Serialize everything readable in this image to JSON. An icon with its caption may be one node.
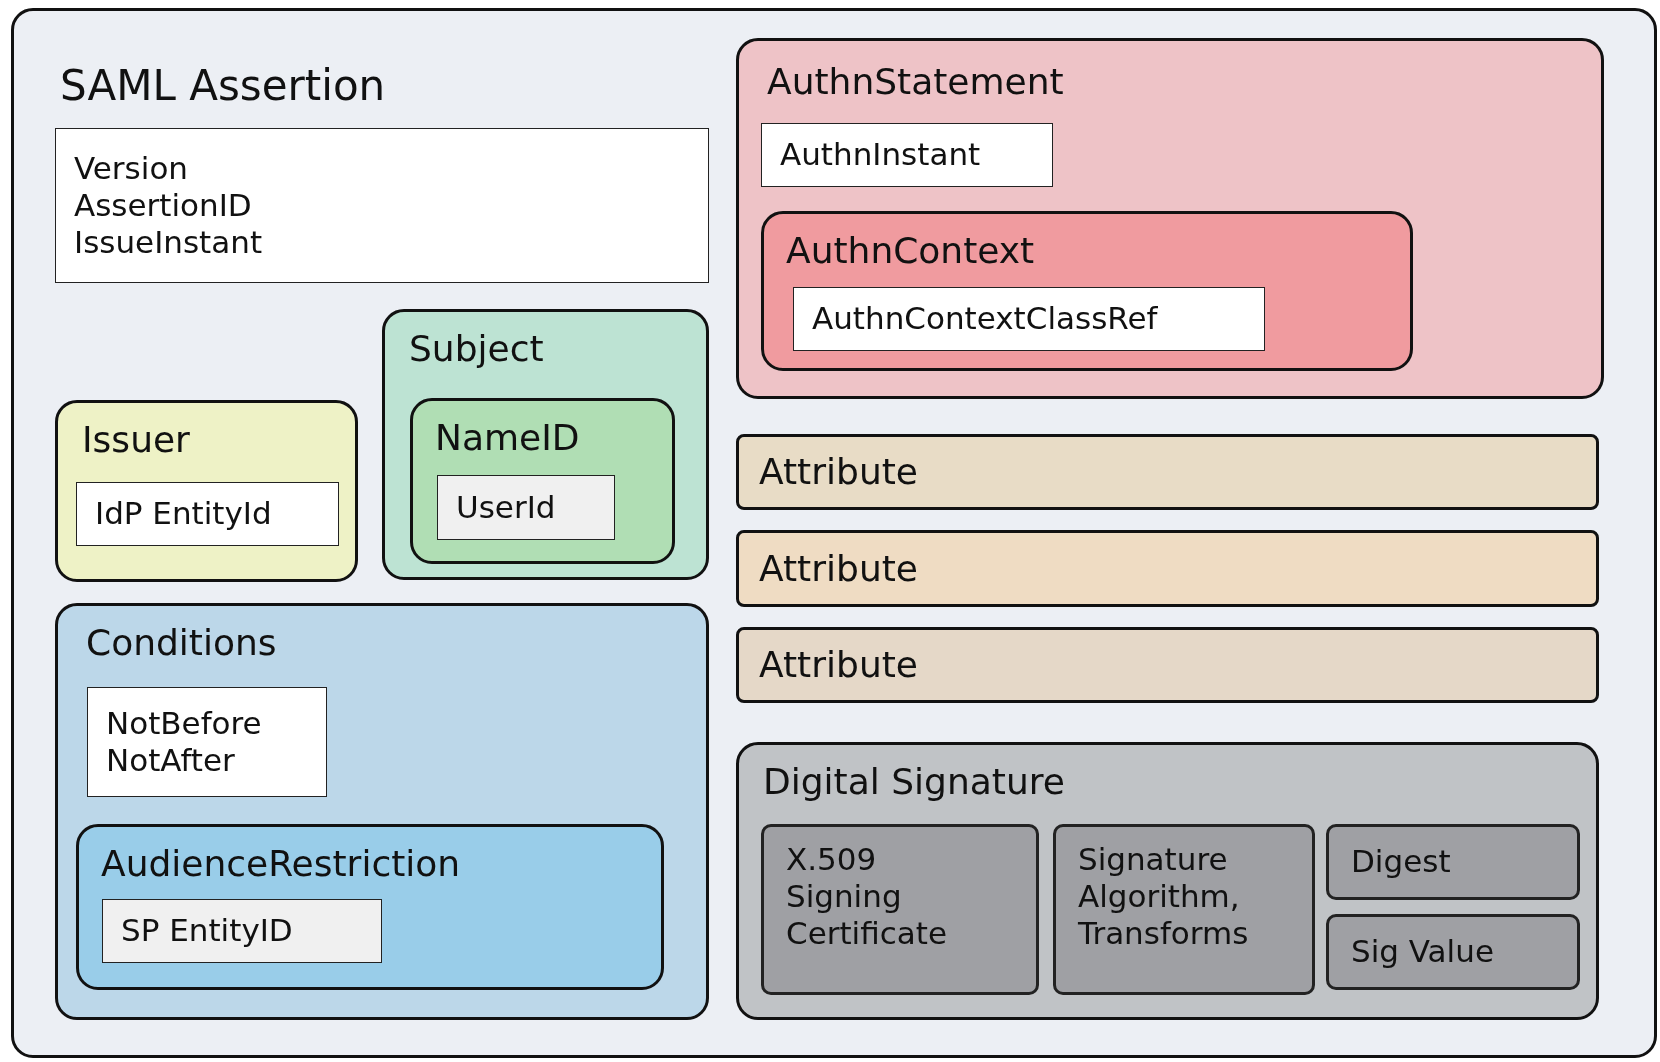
{
  "diagram": {
    "nodes": [
      {
        "text": [
          "SAML Assertion"
        ]
      },
      {
        "text": [
          "Version",
          "AssertionID",
          "IssueInstant"
        ],
        "in": 0
      },
      {
        "text": [
          "Issuer"
        ],
        "in": 0
      },
      {
        "text": [
          "IdP EntityId"
        ],
        "in": 2
      },
      {
        "text": [
          "Subject"
        ],
        "in": 0
      },
      {
        "text": [
          "NameID"
        ],
        "in": 4
      },
      {
        "text": [
          "UserId"
        ],
        "in": 5
      },
      {
        "text": [
          "Conditions"
        ],
        "in": 0
      },
      {
        "text": [
          "NotBefore",
          "NotAfter"
        ],
        "in": 7
      },
      {
        "text": [
          "AudienceRestriction"
        ],
        "in": 7
      },
      {
        "text": [
          "SP EntityID"
        ],
        "in": 9
      },
      {
        "text": [
          "AuthnStatement"
        ],
        "in": 0
      },
      {
        "text": [
          "AuthnInstant"
        ],
        "in": 11
      },
      {
        "text": [
          "AuthnContext"
        ],
        "in": 11
      },
      {
        "text": [
          "AuthnContextClassRef"
        ],
        "in": 13
      },
      {
        "text": [
          "Attribute"
        ],
        "in": 0
      },
      {
        "text": [
          "Attribute"
        ],
        "in": 0
      },
      {
        "text": [
          "Attribute"
        ],
        "in": 0
      },
      {
        "text": [
          "Digital Signature"
        ],
        "in": 0
      },
      {
        "text": [
          "X.509 Signing Certificate"
        ],
        "in": 18
      },
      {
        "text": [
          "Signature Algorithm, Transforms"
        ],
        "in": 18
      },
      {
        "text": [
          "Digest"
        ],
        "in": 18
      },
      {
        "text": [
          "Sig Value"
        ],
        "in": 18
      }
    ]
  }
}
